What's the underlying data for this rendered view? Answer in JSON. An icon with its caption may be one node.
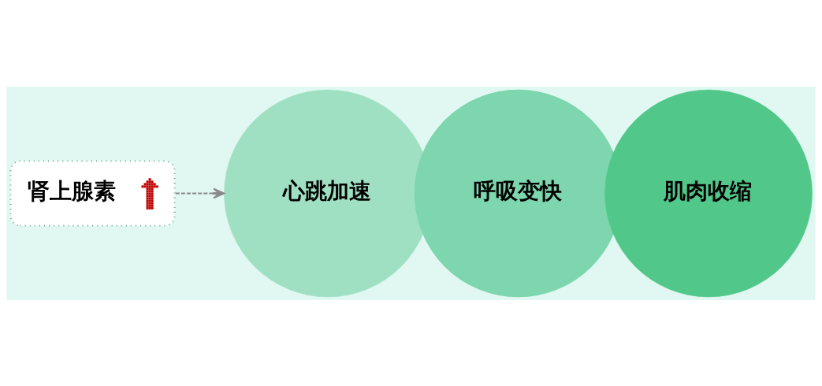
{
  "diagram": {
    "nodes": [
      {
        "text": [
          "肾上腺素"
        ]
      },
      {
        "text": [
          "心跳加速"
        ]
      },
      {
        "text": [
          "呼吸变快"
        ]
      },
      {
        "text": [
          "肌肉收缩"
        ]
      }
    ],
    "edges": [
      {
        "from": 0,
        "to": 1,
        "arrow": "to",
        "style": "dashed"
      }
    ]
  }
}
